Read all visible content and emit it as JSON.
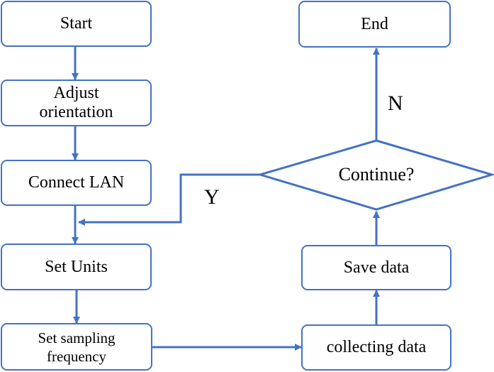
{
  "colors": {
    "stroke": "#4472c4",
    "text": "#000000",
    "background": "#ffffff"
  },
  "nodes": {
    "start": "Start",
    "adjust": [
      "Adjust",
      "orientation"
    ],
    "connect": "Connect LAN",
    "units": "Set Units",
    "sampling": [
      "Set sampling",
      "frequency"
    ],
    "collect": "collecting data",
    "save": "Save data",
    "decision": "Continue?",
    "end": "End"
  },
  "edge_labels": {
    "yes": "Y",
    "no": "N"
  }
}
